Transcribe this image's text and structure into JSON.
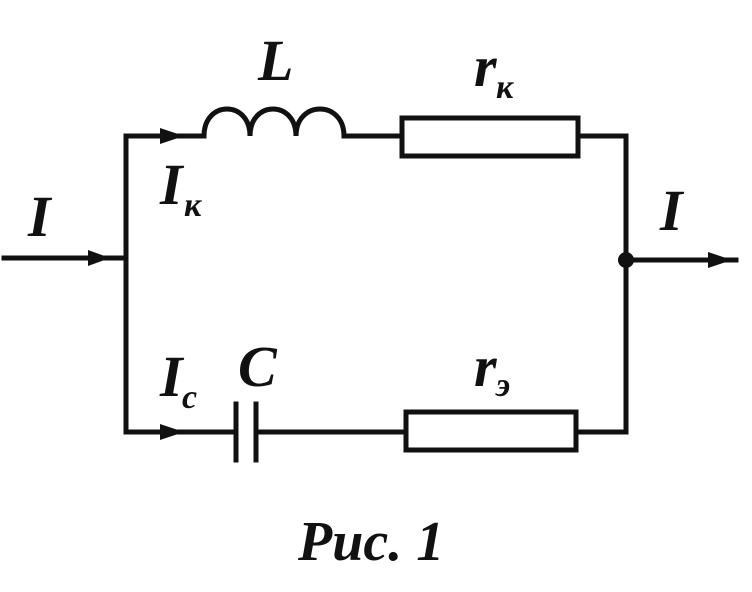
{
  "labels": {
    "current_in": "I",
    "current_out": "I",
    "inductor": "L",
    "inductor_resistance_main": "r",
    "inductor_resistance_sub": "к",
    "current_coil_main": "I",
    "current_coil_sub": "к",
    "capacitor": "C",
    "capacitor_resistance_main": "r",
    "capacitor_resistance_sub": "э",
    "current_cap_main": "I",
    "current_cap_sub": "c"
  },
  "caption": "Рис. 1"
}
